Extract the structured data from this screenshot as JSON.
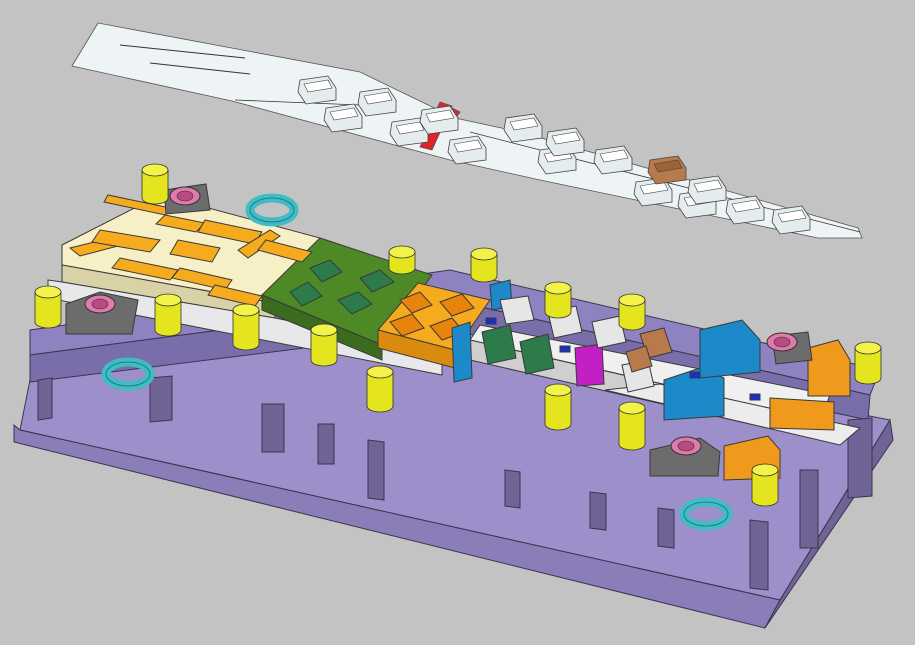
{
  "view": {
    "background": "#c3c3c3",
    "projection": "isometric",
    "render_style": "shaded-with-edges"
  },
  "model": {
    "assembly": "progressive-stamping-die",
    "strip_layout": {
      "stations": 16,
      "material_color": "#eef4f6",
      "cut_marker_color": "#e0232a",
      "formed_part_accent": "#b87a4a"
    },
    "die_set": {
      "lower_base_color": "#9d8fca",
      "base_shadow_color": "#6f6495",
      "upper_plate_color": "#f7f0c6",
      "forming_plate_color": "#4d8a26",
      "punch_insert_color": "#2d7a4a",
      "bend_block_color": "#f6ab1e",
      "cam_block_color": "#1c8ac8",
      "gray_block_color": "#6c6c6c",
      "accent_magenta": "#c21fc4",
      "orange_block_color": "#ef9a1c"
    },
    "components": {
      "guide_post_count": 14,
      "guide_post_color": "#e4e41f",
      "guide_bushing_count": 4,
      "guide_bushing_color": "#e07aab",
      "lifting_eye_count": 3,
      "lifting_eye_color": "#3fbcc4"
    }
  }
}
